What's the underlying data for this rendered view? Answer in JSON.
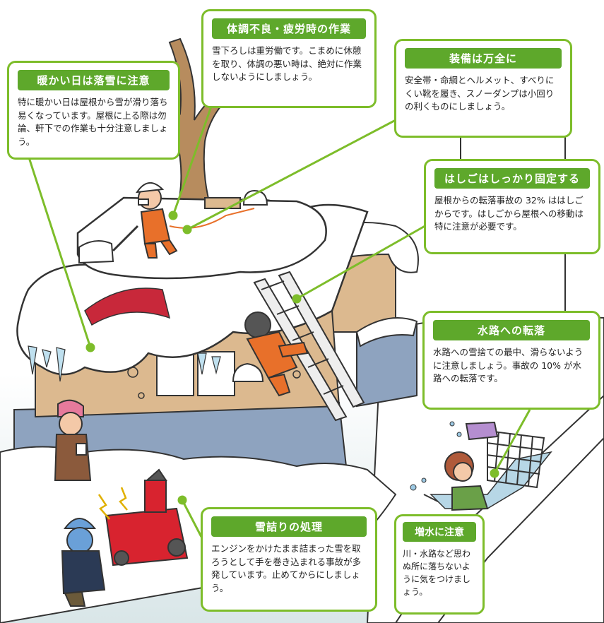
{
  "colors": {
    "frame_green": "#7dbd2a",
    "title_green": "#5ea82b",
    "snow": "#ffffff",
    "house_wall": "#dcb98f",
    "foundation": "#8ea3bf",
    "worker_orange": "#e8702a",
    "snowblower_red": "#d8232f",
    "sky_gradient_end": "#d9e6e8"
  },
  "callouts": {
    "warm_day": {
      "title": "暖かい日は落雪に注意",
      "body": "特に暖かい日は屋根から雪が滑り落ち易くなっています。屋根に上る際は勿論、軒下での作業も十分注意しましょう。"
    },
    "fatigue": {
      "title": "体調不良・疲労時の作業",
      "body": "雪下ろしは重労働です。こまめに休憩を取り、体調の悪い時は、絶対に作業しないようにしましょう。"
    },
    "equipment": {
      "title": "装備は万全に",
      "body": "安全帯・命綱とヘルメット、すべりにくい靴を履き、スノーダンプは小回りの利くものにしましょう。"
    },
    "ladder": {
      "title": "はしごはしっかり固定する",
      "body": "屋根からの転落事故の 32% ははしごからです。はしごから屋根への移動は特に注意が必要です。"
    },
    "waterway": {
      "title": "水路への転落",
      "body": "水路への雪捨ての最中、滑らないように注意しましょう。事故の 10% が水路への転落です。"
    },
    "clog": {
      "title": "雪詰りの処理",
      "body": "エンジンをかけたまま詰まった雪を取ろうとして手を巻き込まれる事故が多発しています。止めてからにしましょう。"
    },
    "rising_water": {
      "title": "増水に注意",
      "body": "川・水路など思わぬ所に落ちないように気をつけましょう。"
    }
  }
}
